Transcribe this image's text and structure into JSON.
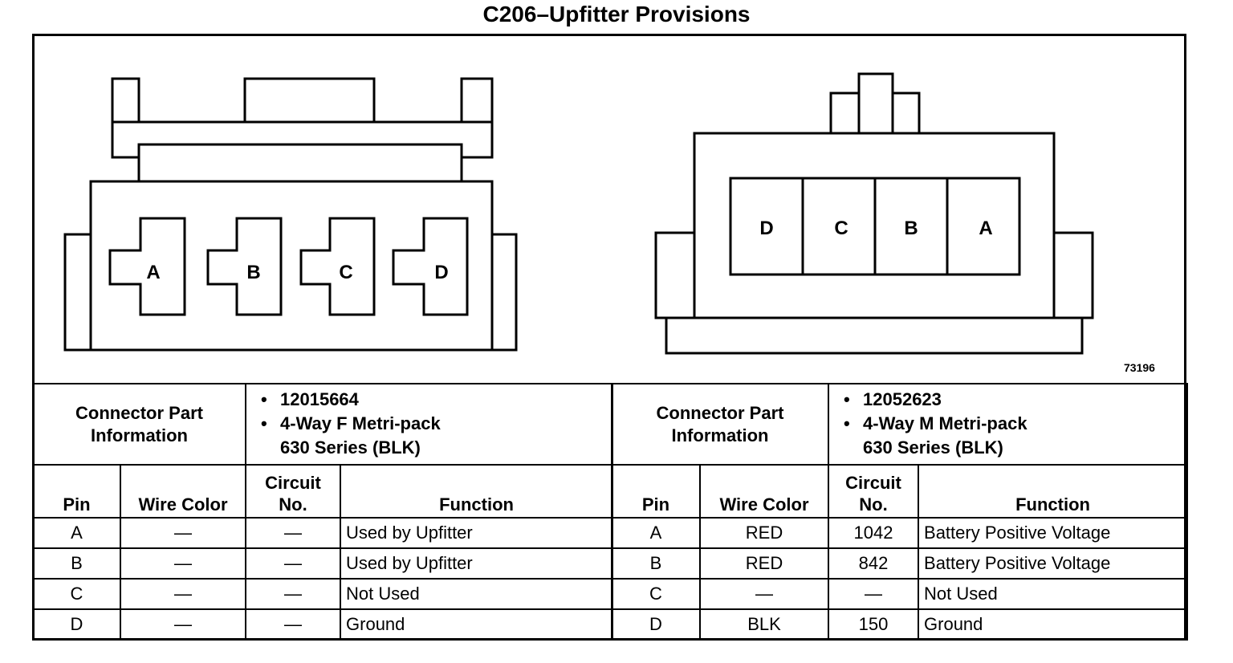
{
  "title": "C206–Upfitter Provisions",
  "figure_number": "73196",
  "connector_left": {
    "cavities": [
      "A",
      "B",
      "C",
      "D"
    ],
    "info_label": "Connector Part Information",
    "part_number": "12015664",
    "part_desc_1": "4-Way F Metri-pack",
    "part_desc_2": "630 Series (BLK)",
    "headers": {
      "pin": "Pin",
      "wire_color": "Wire Color",
      "circuit": "Circuit No.",
      "function": "Function"
    },
    "rows": [
      {
        "pin": "A",
        "wire": "—",
        "circuit": "—",
        "function": "Used by Upfitter"
      },
      {
        "pin": "B",
        "wire": "—",
        "circuit": "—",
        "function": "Used by Upfitter"
      },
      {
        "pin": "C",
        "wire": "—",
        "circuit": "—",
        "function": "Not Used"
      },
      {
        "pin": "D",
        "wire": "—",
        "circuit": "—",
        "function": "Ground"
      }
    ]
  },
  "connector_right": {
    "cavities": [
      "D",
      "C",
      "B",
      "A"
    ],
    "info_label": "Connector Part Information",
    "part_number": "12052623",
    "part_desc_1": "4-Way M Metri-pack",
    "part_desc_2": "630 Series (BLK)",
    "headers": {
      "pin": "Pin",
      "wire_color": "Wire Color",
      "circuit": "Circuit No.",
      "function": "Function"
    },
    "rows": [
      {
        "pin": "A",
        "wire": "RED",
        "circuit": "1042",
        "function": "Battery Positive Voltage"
      },
      {
        "pin": "B",
        "wire": "RED",
        "circuit": "842",
        "function": "Battery Positive Voltage"
      },
      {
        "pin": "C",
        "wire": "—",
        "circuit": "—",
        "function": "Not Used"
      },
      {
        "pin": "D",
        "wire": "BLK",
        "circuit": "150",
        "function": "Ground"
      }
    ]
  }
}
